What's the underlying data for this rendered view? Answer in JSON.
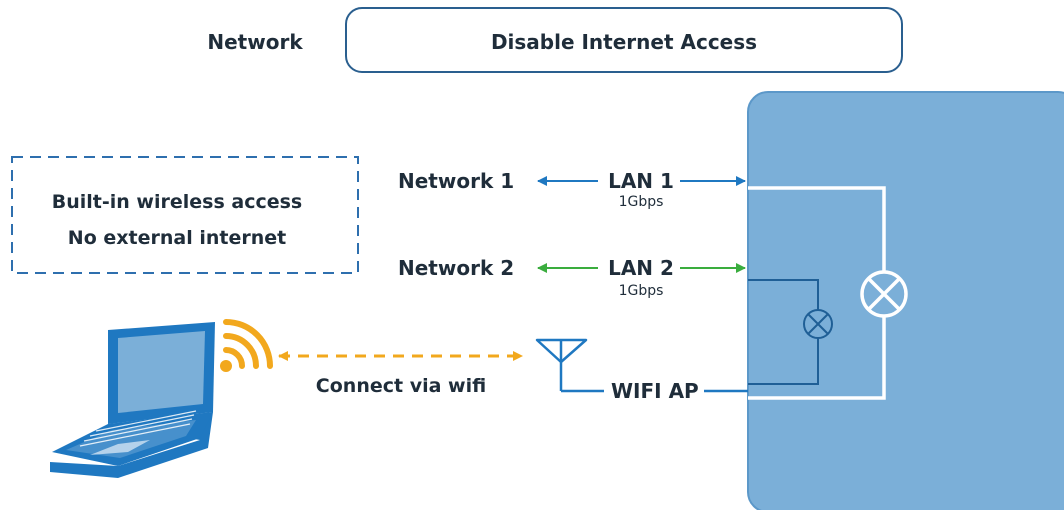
{
  "header": {
    "label": "Network",
    "mode_button": "Disable Internet Access"
  },
  "wireless_box": {
    "line1": "Built-in wireless access",
    "line2": "No external internet"
  },
  "links": [
    {
      "network": "Network 1",
      "port": "LAN 1",
      "speed": "1Gbps",
      "color": "#1f78c1"
    },
    {
      "network": "Network 2",
      "port": "LAN 2",
      "speed": "1Gbps",
      "color": "#3aad3e"
    }
  ],
  "wifi": {
    "connect_label": "Connect via wifi",
    "ap_label": "WIFI AP",
    "color": "#f2a81d"
  },
  "colors": {
    "device": "#7bafd8",
    "device_stroke": "#5c98c9",
    "laptop": "#1f78c1",
    "text": "#1f2d3a",
    "box_border": "#2e6fae"
  },
  "icons": {
    "device": "router-device-icon",
    "switch": "switch-cross-icon",
    "laptop": "laptop-icon",
    "wifi": "wifi-signal-icon",
    "antenna": "antenna-icon"
  }
}
